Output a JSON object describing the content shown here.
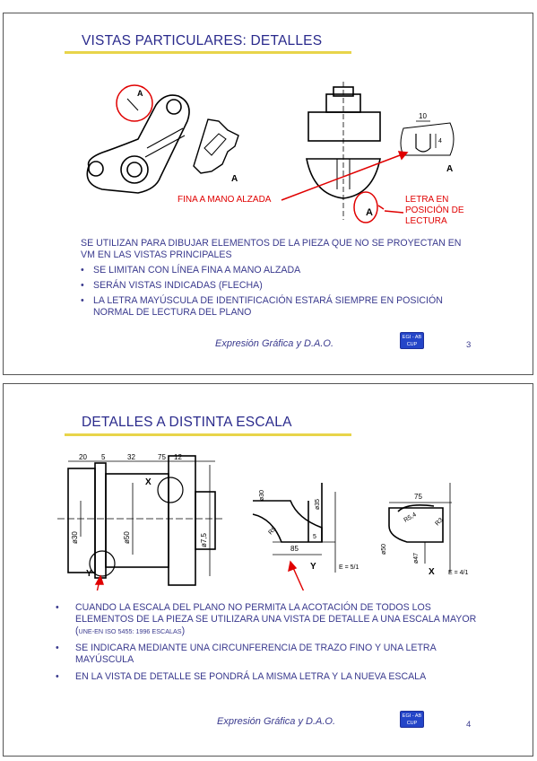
{
  "slide1": {
    "title": "VISTAS PARTICULARES: DETALLES",
    "drawing_labels": {
      "a_top": "A",
      "a_piece": "A",
      "a_right": "A",
      "a_letter": "A",
      "dim_10": "10",
      "dim_4": "4"
    },
    "label_fina": "FINA A MANO ALZADA",
    "label_letra": [
      "LETRA EN",
      "POSICIÓN DE",
      "LECTURA"
    ],
    "intro": "SE UTILIZAN PARA DIBUJAR ELEMENTOS DE LA PIEZA QUE NO SE PROYECTAN EN VM EN LAS VISTAS PRINCIPALES",
    "bullets": [
      "SE LIMITAN CON LÍNEA FINA A MANO  ALZADA",
      "SERÁN VISTAS INDICADAS (FLECHA)",
      "LA LETRA MAYÚSCULA DE IDENTIFICACIÓN ESTARÁ SIEMPRE EN POSICIÓN NORMAL DE LECTURA DEL PLANO"
    ],
    "footer": "Expresión Gráfica y D.A.O.",
    "logo": [
      "EGI - AB",
      "CUP"
    ],
    "page": "3"
  },
  "slide2": {
    "title": "DETALLES A DISTINTA ESCALA",
    "drawing_labels": {
      "d20": "20",
      "d5": "5",
      "d32": "32",
      "d75": "75",
      "d12": "12",
      "phi30": "ø30",
      "phi50": "ø50",
      "phi75": "ø7,5",
      "x": "X",
      "y": "Y",
      "y_detail": "Y",
      "x_detail": "X",
      "dy_phi30": "ø30",
      "dy_phi35": "ø35",
      "dy_r5": "R5",
      "dy_85": "85",
      "dy_5": "5",
      "dx_75": "75",
      "dx_r54": "R5,4",
      "dx_r3": "R3",
      "dx_phi50": "ø50",
      "dx_phi47": "ø47",
      "e_y": "E = 5/1",
      "e_x": "E = 4/1"
    },
    "bullet1_a": "CUANDO LA ESCALA DEL PLANO NO PERMITA LA ACOTACIÓN DE TODOS LOS ELEMENTOS DE LA PIEZA SE UTILIZARA UNA VISTA DE DETALLE A UNA ESCALA MAYOR (",
    "bullet1_small": "UNE-EN ISO 5455: 1996    ESCALAS",
    "bullet1_b": ")",
    "bullet2": "SE INDICARA MEDIANTE UNA CIRCUNFERENCIA DE TRAZO FINO Y UNA LETRA MAYÚSCULA",
    "bullet3": "EN LA VISTA DE DETALLE SE PONDRÁ LA MISMA LETRA Y LA NUEVA ESCALA",
    "bullet_marker": "•",
    "footer": "Expresión Gráfica y D.A.O.",
    "logo": [
      "EGI - AB",
      "CUP"
    ],
    "page": "4"
  },
  "colors": {
    "title": "#2a2a8c",
    "accent_bar": "#e8d44a",
    "annotation": "#e00000",
    "body_text": "#3a3a8e"
  }
}
